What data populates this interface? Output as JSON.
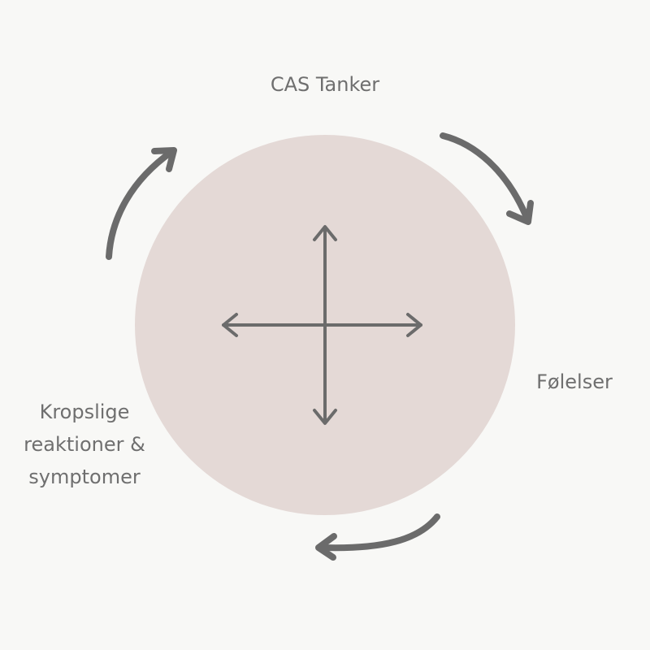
{
  "diagram": {
    "nodes": {
      "top": "CAS Tanker",
      "right": "Følelser",
      "left": [
        "Kropslige",
        "reaktioner &",
        "symptomer"
      ]
    }
  },
  "colors": {
    "background": "#f8f8f6",
    "circle": "#e4d9d6",
    "arrow": "#6b6b6b",
    "text": "#6f6f6f"
  },
  "icons": {
    "center": "four-way-arrow-icon"
  }
}
